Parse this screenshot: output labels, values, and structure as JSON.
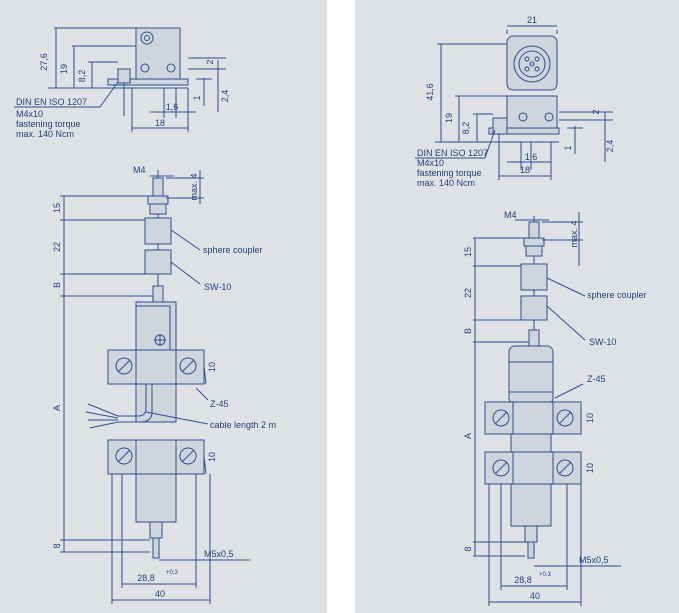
{
  "left": {
    "top_view": {
      "dim_276": "27,6",
      "dim_19": "19",
      "dim_82": "8,2",
      "dim_2": "2",
      "dim_24": "2,4",
      "dim_1": "1",
      "dim_16": "1,6",
      "dim_18": "18",
      "note_line1": "DIN EN ISO 1207",
      "note_line2": "M4x10",
      "note_line3": "fastening torque",
      "note_line4": "max. 140 Ncm"
    },
    "main_view": {
      "m4": "M4",
      "max4": "max. 4",
      "dim_15": "15",
      "dim_22": "22",
      "dim_b": "B",
      "dim_a": "A",
      "dim_8": "8",
      "dim_10a": "10",
      "dim_10b": "10",
      "sphere_coupler": "sphere coupler",
      "sw10": "SW-10",
      "z45": "Z-45",
      "cable": "cable length 2 m",
      "m5": "M5x0,5",
      "dim_288": "28,8",
      "tol": "+0,3",
      "dim_40": "40"
    }
  },
  "right": {
    "top_view": {
      "dim_21": "21",
      "dim_416": "41,6",
      "dim_19": "19",
      "dim_82": "8,2",
      "dim_2": "2",
      "dim_24": "2,4",
      "dim_1": "1",
      "dim_16": "1,6",
      "dim_18": "18",
      "note_line1": "DIN EN ISO 1207",
      "note_line2": "M4x10",
      "note_line3": "fastening torque",
      "note_line4": "max. 140 Ncm"
    },
    "main_view": {
      "m4": "M4",
      "max4": "max. 4",
      "dim_15": "15",
      "dim_22": "22",
      "dim_b": "B",
      "dim_a": "A",
      "dim_8": "8",
      "dim_10a": "10",
      "dim_10b": "10",
      "sphere_coupler": "sphere coupler",
      "sw10": "SW-10",
      "z45": "Z-45",
      "m5": "M5x0,5",
      "dim_288": "28,8",
      "tol": "+0,3",
      "dim_40": "40"
    }
  }
}
